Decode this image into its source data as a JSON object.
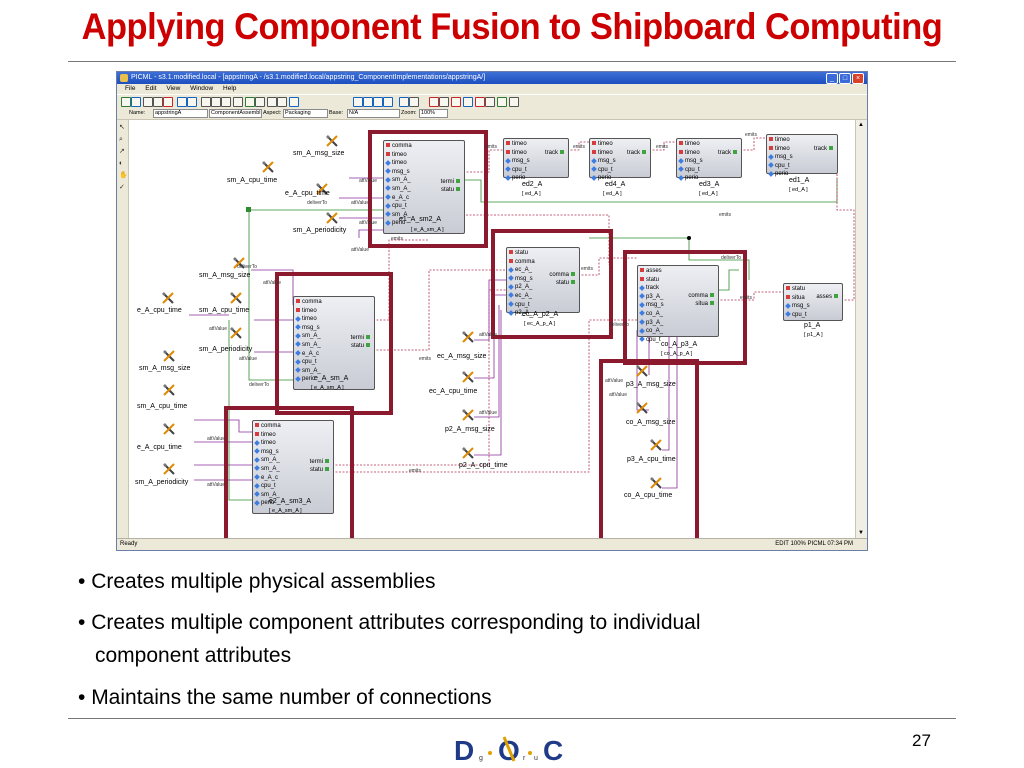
{
  "slide": {
    "title": "Applying Component Fusion to Shipboard Computing",
    "bullets": [
      "Creates multiple physical assemblies",
      "Creates multiple component attributes corresponding to individual",
      "component attributes",
      "Maintains the same number of connections"
    ],
    "page_number": "27",
    "logo_text": {
      "d": "D",
      "o": "O",
      "c": "C",
      "g": "g",
      "r": "r",
      "u": "u"
    }
  },
  "window": {
    "title": "PICML - s3.1.modified.local - [appstringA - /s3.1.modified.local/appstring_ComponentImplementations/appstringA/]",
    "menu": [
      "File",
      "Edit",
      "View",
      "Window",
      "Help"
    ],
    "name_label": "Name:",
    "name_value": "appstringA",
    "kind_value": "ComponentAssembl",
    "aspect_label": "Aspect:",
    "aspect_value": "Packaging",
    "base_label": "Base:",
    "base_value": "N/A",
    "zoom_label": "Zoom:",
    "zoom_value": "100%",
    "status_left": "Ready",
    "status_right": "EDIT  100%  PICML  07:34 PM"
  },
  "components": [
    {
      "name": "e1_A_sm2_A",
      "ref": "[ e_A_sm_A ]",
      "ports": [
        "comma",
        "timeo",
        "timeo",
        "msg_s",
        "sm_A_",
        "sm_A_",
        "e_A_c",
        "cpu_t",
        "sm_A_",
        "perio"
      ],
      "right_ports": [
        "termi",
        "statu"
      ]
    },
    {
      "name": "ed2_A",
      "ref": "[ ed_A ]",
      "ports": [
        "timeo",
        "timeo",
        "msg_s",
        "cpu_t",
        "perio"
      ],
      "right_ports": [
        "track"
      ]
    },
    {
      "name": "ed4_A",
      "ref": "[ ed_A ]",
      "ports": [
        "timeo",
        "timeo",
        "msg_s",
        "cpu_t",
        "perio"
      ],
      "right_ports": [
        "track"
      ]
    },
    {
      "name": "ed3_A",
      "ref": "[ ed_A ]",
      "ports": [
        "timeo",
        "timeo",
        "msg_s",
        "cpu_t",
        "perio"
      ],
      "right_ports": [
        "track"
      ]
    },
    {
      "name": "ed1_A",
      "ref": "[ ed_A ]",
      "ports": [
        "timeo",
        "timeo",
        "msg_s",
        "cpu_t",
        "perio"
      ],
      "right_ports": [
        "track"
      ]
    },
    {
      "name": "ec_A_p2_A",
      "ref": "[ ec_A_p_A ]",
      "ports": [
        "statu",
        "comma",
        "ec_A_",
        "msg_s",
        "p2_A_",
        "ec_A_",
        "cpu_t",
        "p2_A_"
      ],
      "right_ports": [
        "comma",
        "statu"
      ]
    },
    {
      "name": "co_A_p3_A",
      "ref": "[ co_A_p_A ]",
      "ports": [
        "asses",
        "statu",
        "track",
        "p3_A_",
        "msg_s",
        "co_A_",
        "p3_A_",
        "co_A_",
        "cpu_t"
      ],
      "right_ports": [
        "comma",
        "situa"
      ]
    },
    {
      "name": "p1_A",
      "ref": "[ p1_A ]",
      "ports": [
        "statu",
        "situa",
        "msg_s",
        "cpu_t"
      ],
      "right_ports": [
        "asses"
      ]
    },
    {
      "name": "e_A_sm_A",
      "ref": "[ e_A_sm_A ]",
      "ports": [
        "comma",
        "timeo",
        "timeo",
        "msg_s",
        "sm_A_",
        "sm_A_",
        "e_A_c",
        "cpu_t",
        "sm_A_",
        "perio"
      ],
      "right_ports": [
        "termi",
        "statu"
      ]
    },
    {
      "name": "e2_A_sm3_A",
      "ref": "[ e_A_sm_A ]",
      "ports": [
        "comma",
        "timeo",
        "timeo",
        "msg_s",
        "sm_A_",
        "sm_A_",
        "e_A_c",
        "cpu_t",
        "sm_A_",
        "perio"
      ],
      "right_ports": [
        "termi",
        "statu"
      ]
    }
  ],
  "properties": [
    "sm_A_msg_size",
    "sm_A_cpu_time",
    "e_A_cpu_time",
    "sm_A_periodicity",
    "sm_A_msg_size",
    "e_A_cpu_time",
    "sm_A_cpu_time",
    "sm_A_periodicity",
    "sm_A_msg_size",
    "sm_A_cpu_time",
    "e_A_cpu_time",
    "sm_A_periodicity",
    "ec_A_msg_size",
    "ec_A_cpu_time",
    "p2_A_msg_size",
    "p2_A_cpu_time",
    "p3_A_msg_size",
    "co_A_msg_size",
    "p3_A_cpu_time",
    "co_A_cpu_time"
  ],
  "wire_labels": {
    "emits": "emits",
    "attvalue": "attValue",
    "deliverto": "deliverTo"
  },
  "colors": {
    "title": "#cc0000",
    "highlight": "#8b1a2f",
    "titlebar": "#1c4fc0"
  }
}
